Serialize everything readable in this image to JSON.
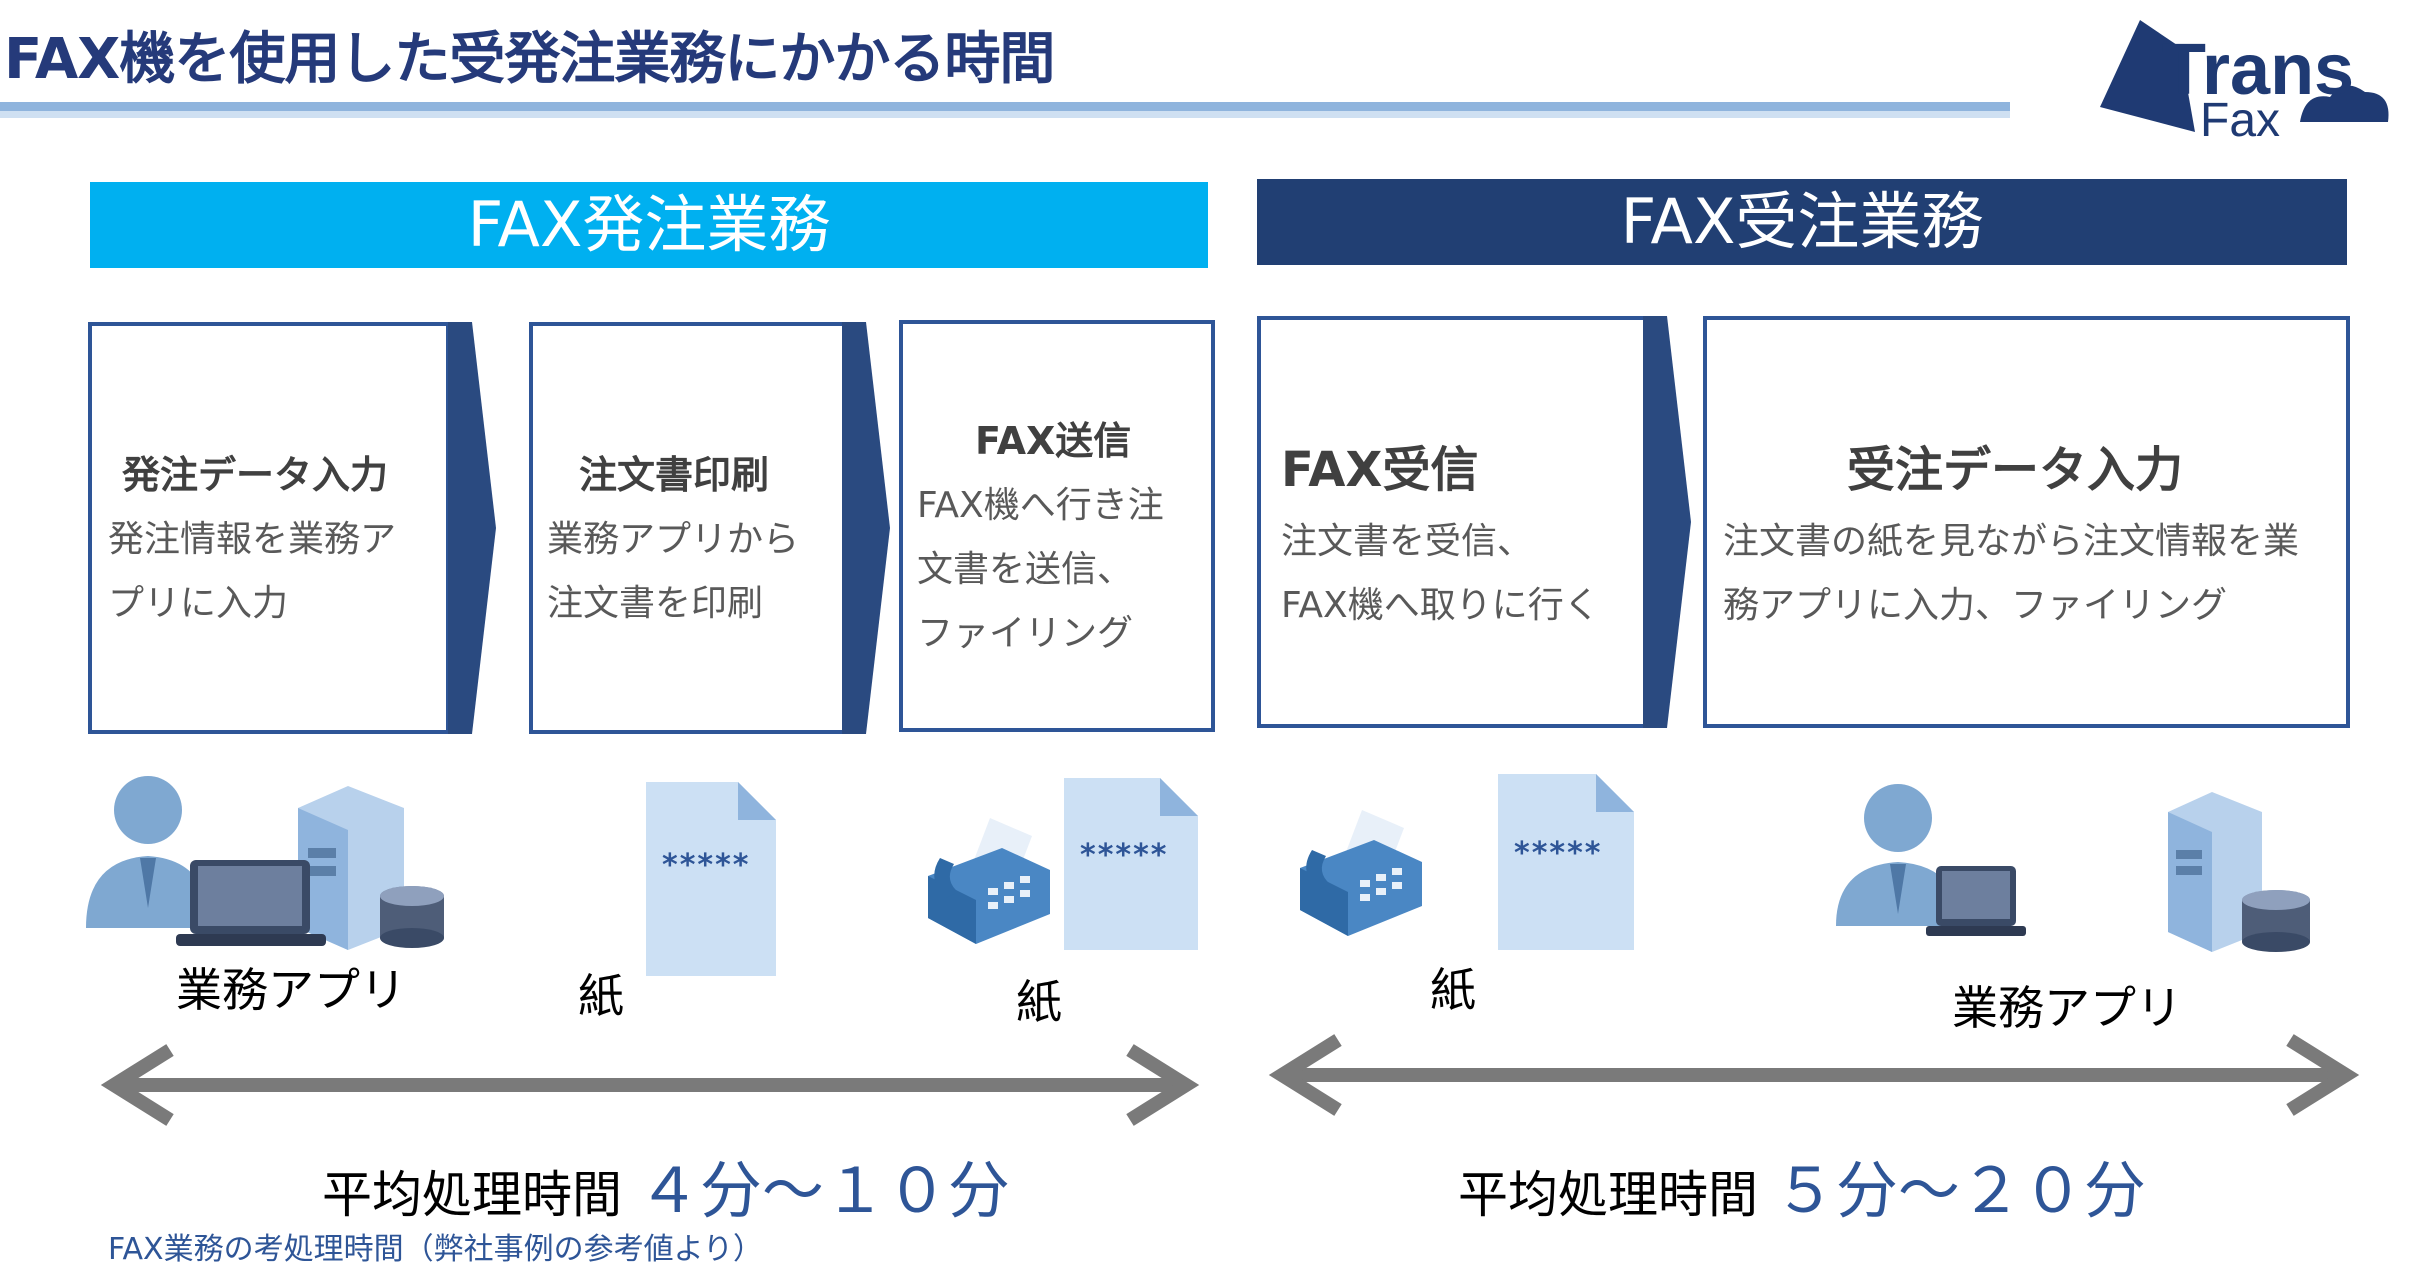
{
  "header": {
    "title": "FAX機を使用した受発注業務にかかる時間",
    "logo_line1": "Trans",
    "logo_line2": "Fax"
  },
  "order_section": {
    "heading": "FAX発注業務",
    "steps": [
      {
        "title": "発注データ入力",
        "line1": "発注情報を業務ア",
        "line2": "プリに入力"
      },
      {
        "title": "注文書印刷",
        "line1": "業務アプリから",
        "line2": "注文書を印刷"
      },
      {
        "title": "FAX送信",
        "line1": "FAX機へ行き注",
        "line2": "文書を送信、",
        "line3": "ファイリング"
      }
    ],
    "captions": [
      "業務アプリ",
      "紙",
      "紙"
    ],
    "avg_label": "平均処理時間",
    "avg_value": "４分～１０分"
  },
  "recv_section": {
    "heading": "FAX受注業務",
    "steps": [
      {
        "title": "FAX受信",
        "line1": "注文書を受信、",
        "line2": "FAX機へ取りに行く"
      },
      {
        "title": "受注データ入力",
        "line1": "注文書の紙を見ながら注文情報を業",
        "line2": "務アプリに入力、ファイリング"
      }
    ],
    "captions": [
      "紙",
      "業務アプリ"
    ],
    "avg_label": "平均処理時間",
    "avg_value": "５分～２０分"
  },
  "paper_text": "*****",
  "footnote": "FAX業務の考処理時間（弊社事例の参考値より）",
  "icons": [
    "person-icon",
    "laptop-icon",
    "server-icon",
    "database-icon",
    "document-icon",
    "fax-machine-icon",
    "double-arrow-icon",
    "chevron-right-icon"
  ],
  "colors": {
    "title": "#253a7a",
    "order_band": "#00b0f0",
    "recv_band": "#213f73",
    "box_border": "#2e5597",
    "icon_blue": "#7fa8d1",
    "arrow_gray": "#7a7a7a"
  }
}
